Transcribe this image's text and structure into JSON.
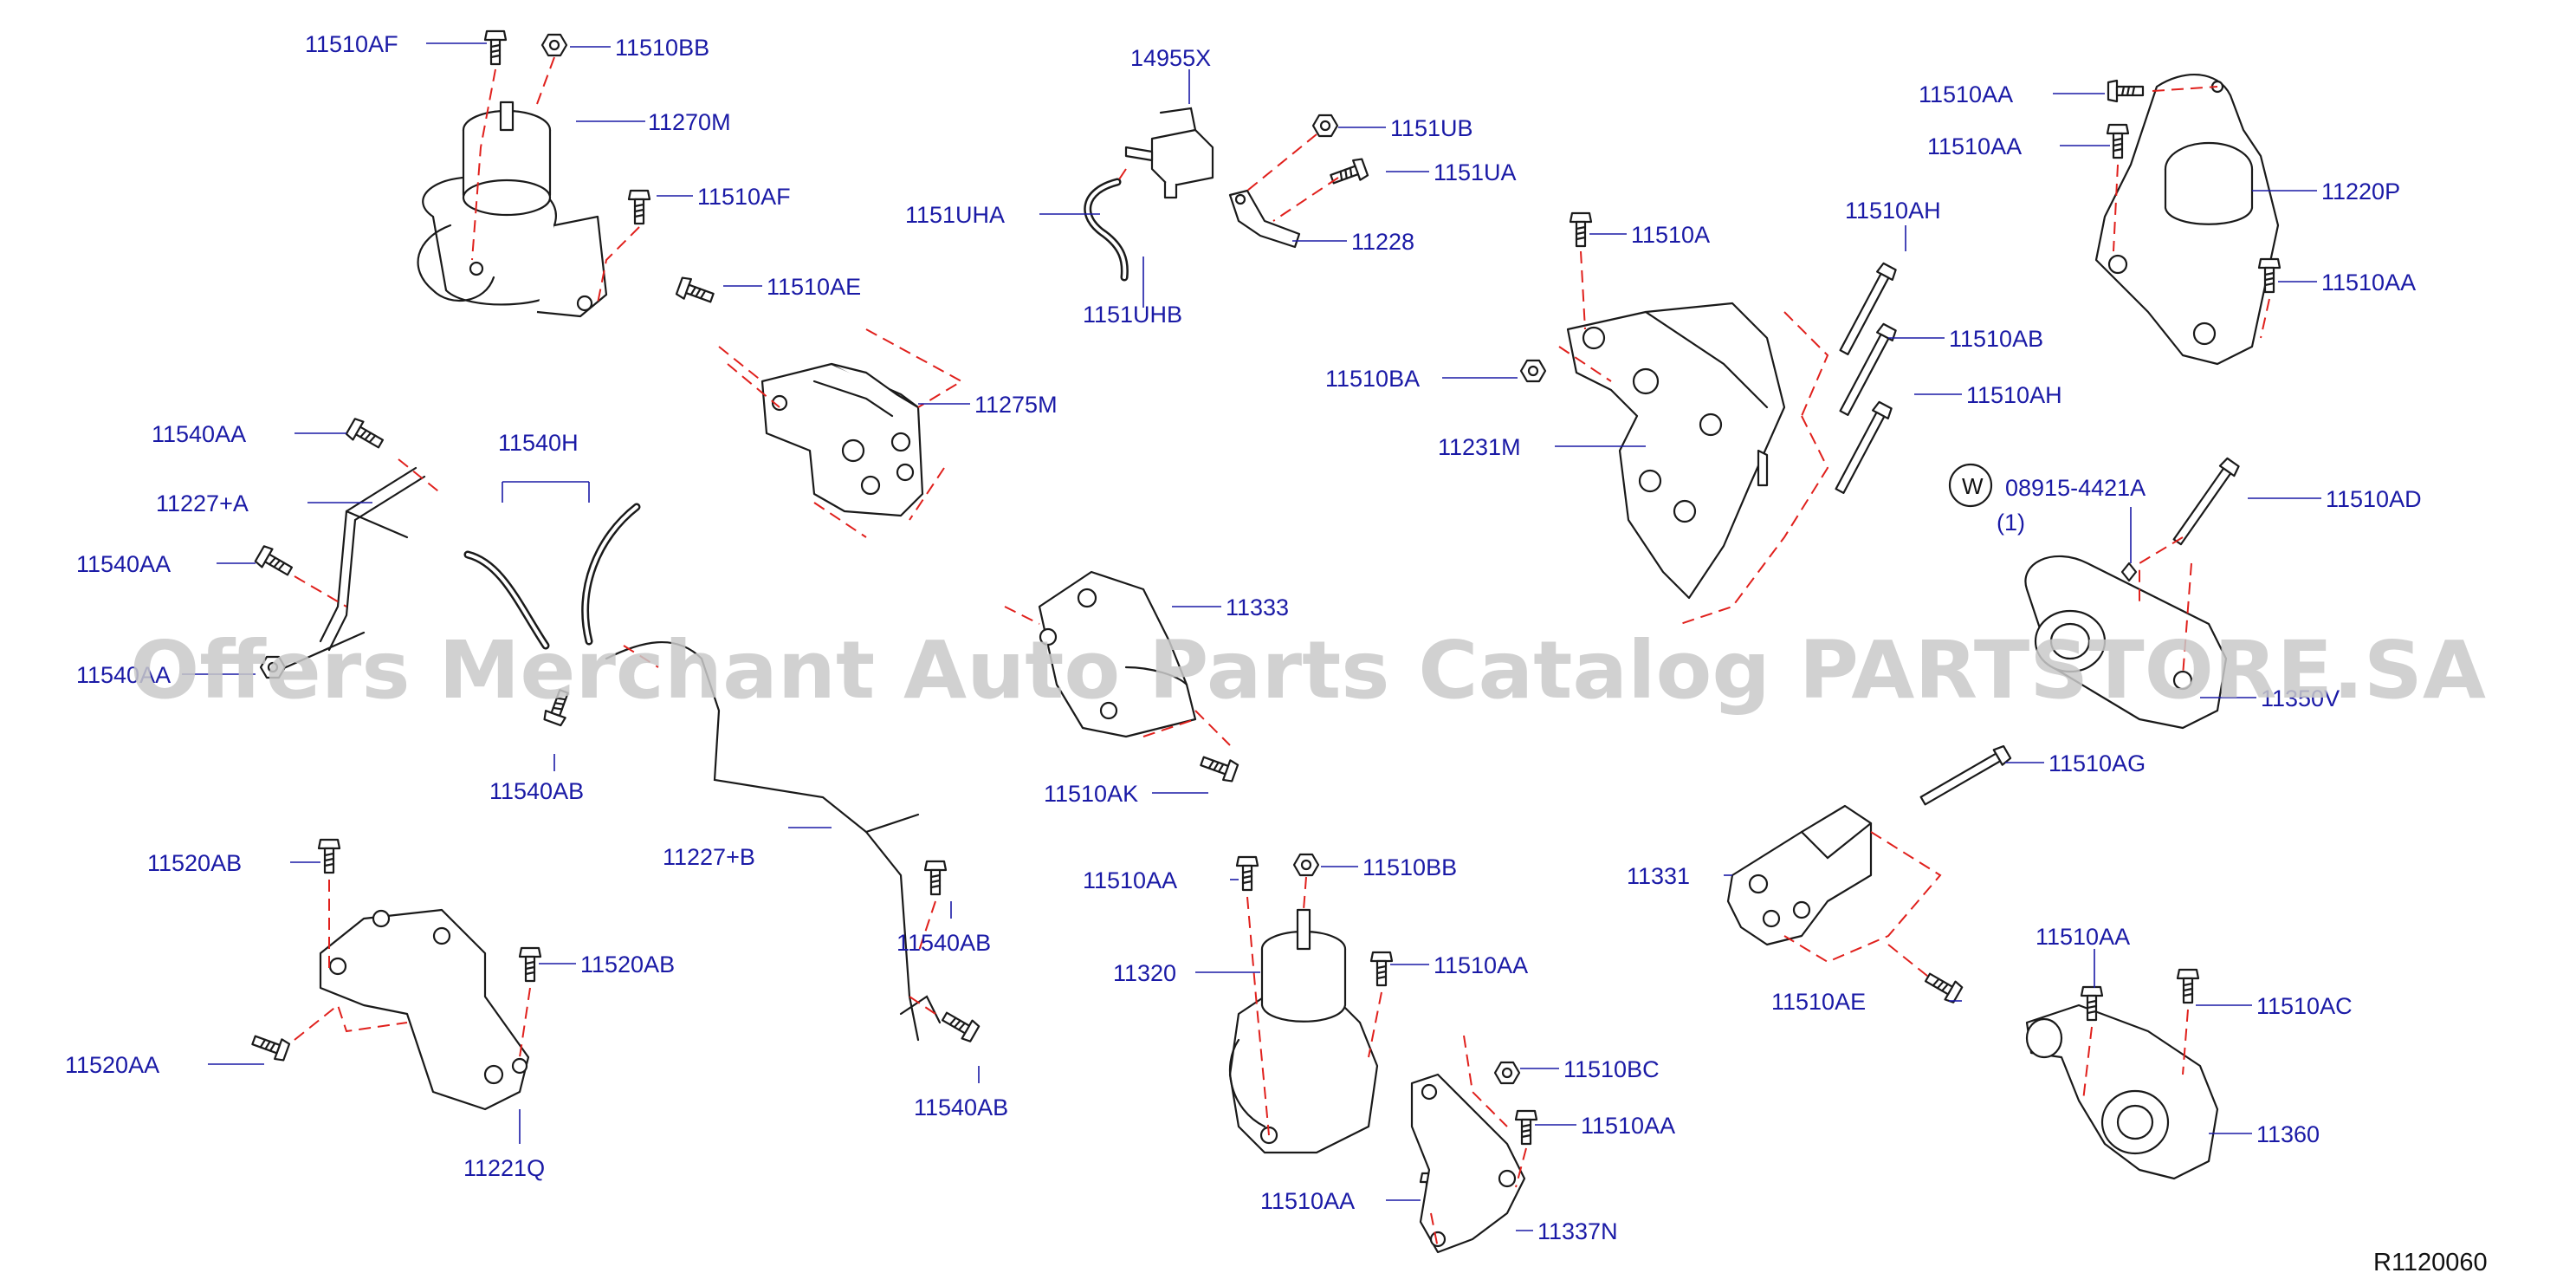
{
  "diagram": {
    "reference": "R1120060",
    "watermark": "Offers Merchant Auto Parts Catalog PARTSTORE.SA",
    "symbol_w": "W",
    "labels": {
      "p11510AF_top": "11510AF",
      "p11510BB_top": "11510BB",
      "p11270M": "11270M",
      "p11510AF_right": "11510AF",
      "p11510AE_top": "11510AE",
      "p11275M": "11275M",
      "p14955X": "14955X",
      "p1151UB": "1151UB",
      "p1151UA": "1151UA",
      "p1151UHA": "1151UHA",
      "p11228": "11228",
      "p1151UHB": "1151UHB",
      "p11510AA_tr1": "11510AA",
      "p11510AA_tr2": "11510AA",
      "p11220P": "11220P",
      "p11510AA_tr3": "11510AA",
      "p11510A": "11510A",
      "p11510AH_1": "11510AH",
      "p11510AB": "11510AB",
      "p11510BA": "11510BA",
      "p11510AH_2": "11510AH",
      "p11231M": "11231M",
      "p08915": "08915-4421A",
      "p08915_qty": "(1)",
      "p11510AD": "11510AD",
      "p11350V": "11350V",
      "p11540AA_1": "11540AA",
      "p11227A": "11227+A",
      "p11540AA_2": "11540AA",
      "p11540AA_3": "11540AA",
      "p11540H": "11540H",
      "p11540AB_1": "11540AB",
      "p11333": "11333",
      "p11510AK": "11510AK",
      "p11510AG": "11510AG",
      "p11520AB_1": "11520AB",
      "p11520AB_2": "11520AB",
      "p11520AA": "11520AA",
      "p11221Q": "11221Q",
      "p11227B": "11227+B",
      "p11540AB_2": "11540AB",
      "p11540AB_3": "11540AB",
      "p11510AA_m1": "11510AA",
      "p11510BB_m": "11510BB",
      "p11320": "11320",
      "p11510AA_m2": "11510AA",
      "p11510BC": "11510BC",
      "p11510AA_m3": "11510AA",
      "p11510AA_m4": "11510AA",
      "p11337N": "11337N",
      "p11331": "11331",
      "p11510AE_b": "11510AE",
      "p11510AA_br": "11510AA",
      "p11510AC": "11510AC",
      "p11360": "11360"
    }
  },
  "colors": {
    "label": "#1a1aa6",
    "dash": "#e0201c",
    "part_outline": "#1a1a1a",
    "watermark": "#c9c9c9"
  }
}
